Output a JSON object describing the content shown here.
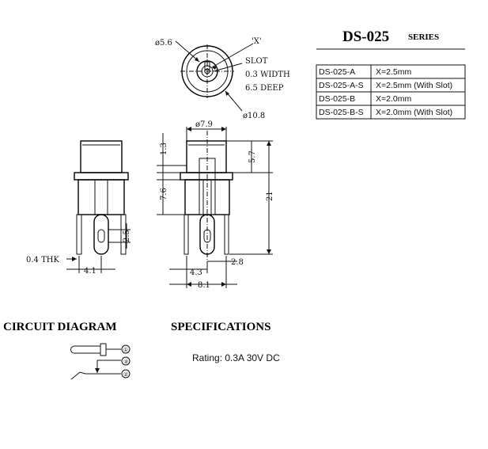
{
  "title": {
    "model": "DS-025",
    "suffix": "SERIES"
  },
  "variants": [
    {
      "model": "DS-025-A",
      "spec": "X=2.5mm"
    },
    {
      "model": "DS-025-A-S",
      "spec": "X=2.5mm (With Slot)"
    },
    {
      "model": "DS-025-B",
      "spec": "X=2.0mm"
    },
    {
      "model": "DS-025-B-S",
      "spec": "X=2.0mm (With Slot)"
    }
  ],
  "top_view": {
    "dia_small": "ø5.6",
    "x_label": "'X'",
    "slot_lines": [
      "SLOT",
      "0.3 WIDTH",
      "6.5 DEEP"
    ],
    "dia_large": "ø10.8"
  },
  "side_view": {
    "thk": "0.4 THK",
    "pin_width": "4.1",
    "slot_height": "2.5"
  },
  "front_view": {
    "top_dia": "ø7.9",
    "dim_1_3": "1.3",
    "dim_5_7": "5.7",
    "dim_7_6": "7.6",
    "dim_21": "21",
    "dim_4_3": "4.3",
    "dim_2_8": "2.8",
    "dim_8_1": "8.1"
  },
  "circuit": {
    "heading": "CIRCUIT  DIAGRAM",
    "pins": [
      "①",
      "③",
      "②"
    ]
  },
  "specs": {
    "heading": "SPECIFICATIONS",
    "rating": "Rating: 0.3A 30V DC"
  }
}
